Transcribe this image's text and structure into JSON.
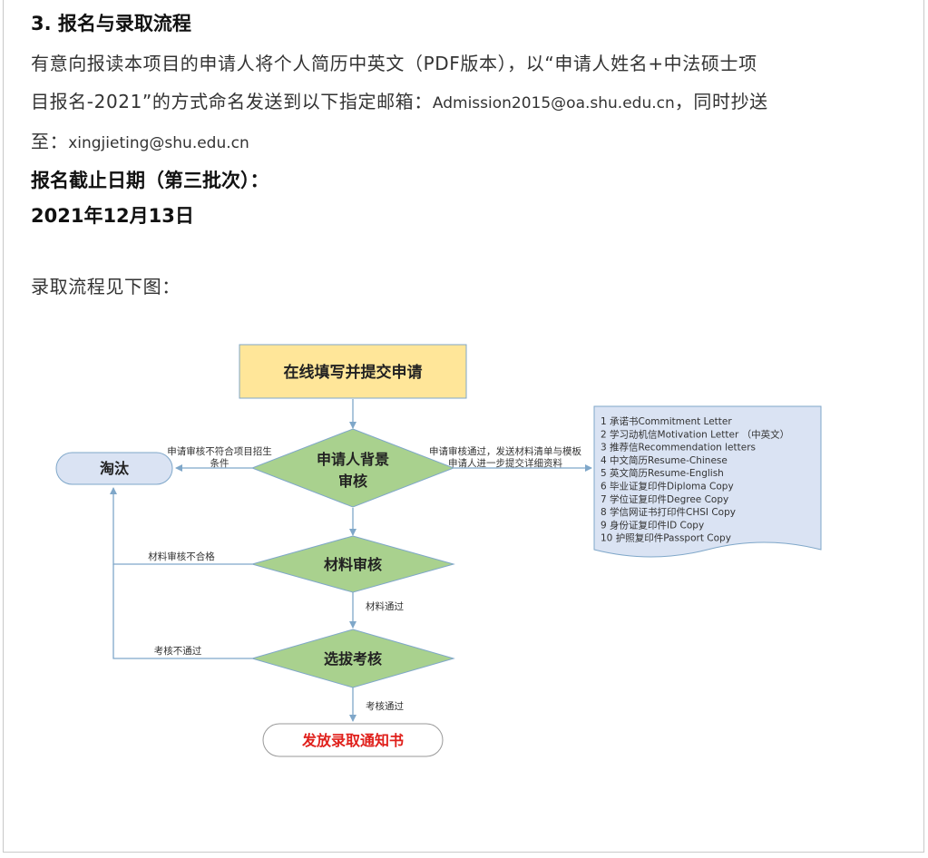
{
  "section": {
    "heading": "3. 报名与录取流程",
    "para_line1": "有意向报读本项目的申请人将个人简历中英文（PDF版本），以“申请人姓名+中法硕士项",
    "para_line2_a": "目报名-2021”的方式命名发送到以下指定邮箱：",
    "para_line2_email": "Admission2015@oa.shu.edu.cn",
    "para_line2_b": "，同时抄送",
    "para_line3_a": "至：",
    "para_line3_email": "xingjieting@shu.edu.cn",
    "deadline_label": "报名截止日期（第三批次）：",
    "deadline_date": "2021年12月13日",
    "flow_intro": "录取流程见下图："
  },
  "flowchart": {
    "start": "在线填写并提交申请",
    "background_review": [
      "申请人背景",
      "审核"
    ],
    "material_review": "材料审核",
    "selection_review": "选拔考核",
    "eliminate": "淘汰",
    "offer": "发放录取通知书",
    "edge_bg_fail": [
      "申请审核不符合项目招生",
      "条件"
    ],
    "edge_bg_pass": [
      "申请审核通过，发送材料清单与模板",
      "申请人进一步提交详细资料"
    ],
    "edge_material_fail": "材料审核不合格",
    "edge_material_pass": "材料通过",
    "edge_selection_fail": "考核不通过",
    "edge_selection_pass": "考核通过",
    "documents": [
      "1 承诺书Commitment Letter",
      "2 学习动机信Motivation Letter （中英文）",
      "3 推荐信Recommendation letters",
      "4 中文简历Resume-Chinese",
      "5 英文简历Resume-English",
      "6 毕业证复印件Diploma Copy",
      "7 学位证复印件Degree Copy",
      "8 学信网证书打印件CHSI Copy",
      "9 身份证复印件ID Copy",
      "10 护照复印件Passport Copy"
    ],
    "colors": {
      "start_fill": "#ffe699",
      "diamond_fill": "#a9d18e",
      "terminal_fill": "#dae3f3",
      "doc_fill": "#dae3f3",
      "offer_text": "#e0201b",
      "connector": "#7fa7c9"
    }
  }
}
